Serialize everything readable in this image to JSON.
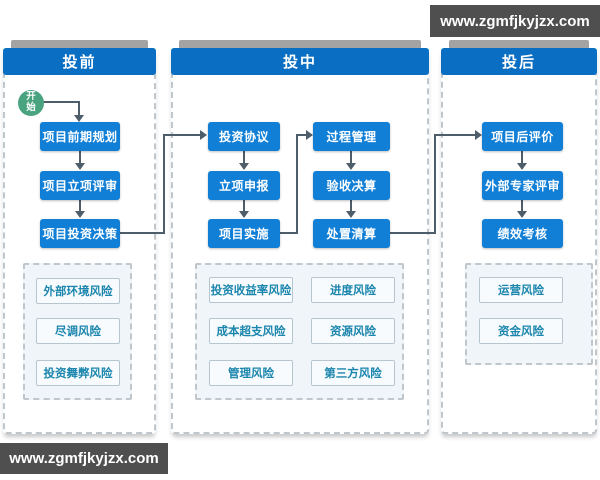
{
  "watermarks": {
    "top_right": "www.zgmfjkyjzx.com",
    "bottom_left": "www.zgmfjkyjzx.com"
  },
  "start_node": {
    "label": "开始"
  },
  "colors": {
    "header_blue": "#0a6fc2",
    "step_blue": "#127fd6",
    "risk_text": "#1b86ad",
    "start_green": "#4aa37f",
    "connector": "#4e5d6a",
    "watermark_bg": "#4f4f4f"
  },
  "columns": [
    {
      "header": "投前",
      "steps": [
        "项目前期规划",
        "项目立项评审",
        "项目投资决策"
      ],
      "risks": [
        "外部环境风险",
        "尽调风险",
        "投资舞弊风险"
      ]
    },
    {
      "header": "投中",
      "step_groups": [
        [
          "投资协议",
          "立项申报",
          "项目实施"
        ],
        [
          "过程管理",
          "验收决算",
          "处置清算"
        ]
      ],
      "risk_groups": [
        [
          "投资收益率风险",
          "成本超支风险",
          "管理风险"
        ],
        [
          "进度风险",
          "资源风险",
          "第三方风险"
        ]
      ]
    },
    {
      "header": "投后",
      "steps": [
        "项目后评价",
        "外部专家评审",
        "绩效考核"
      ],
      "risks": [
        "运营风险",
        "资金风险"
      ]
    }
  ]
}
